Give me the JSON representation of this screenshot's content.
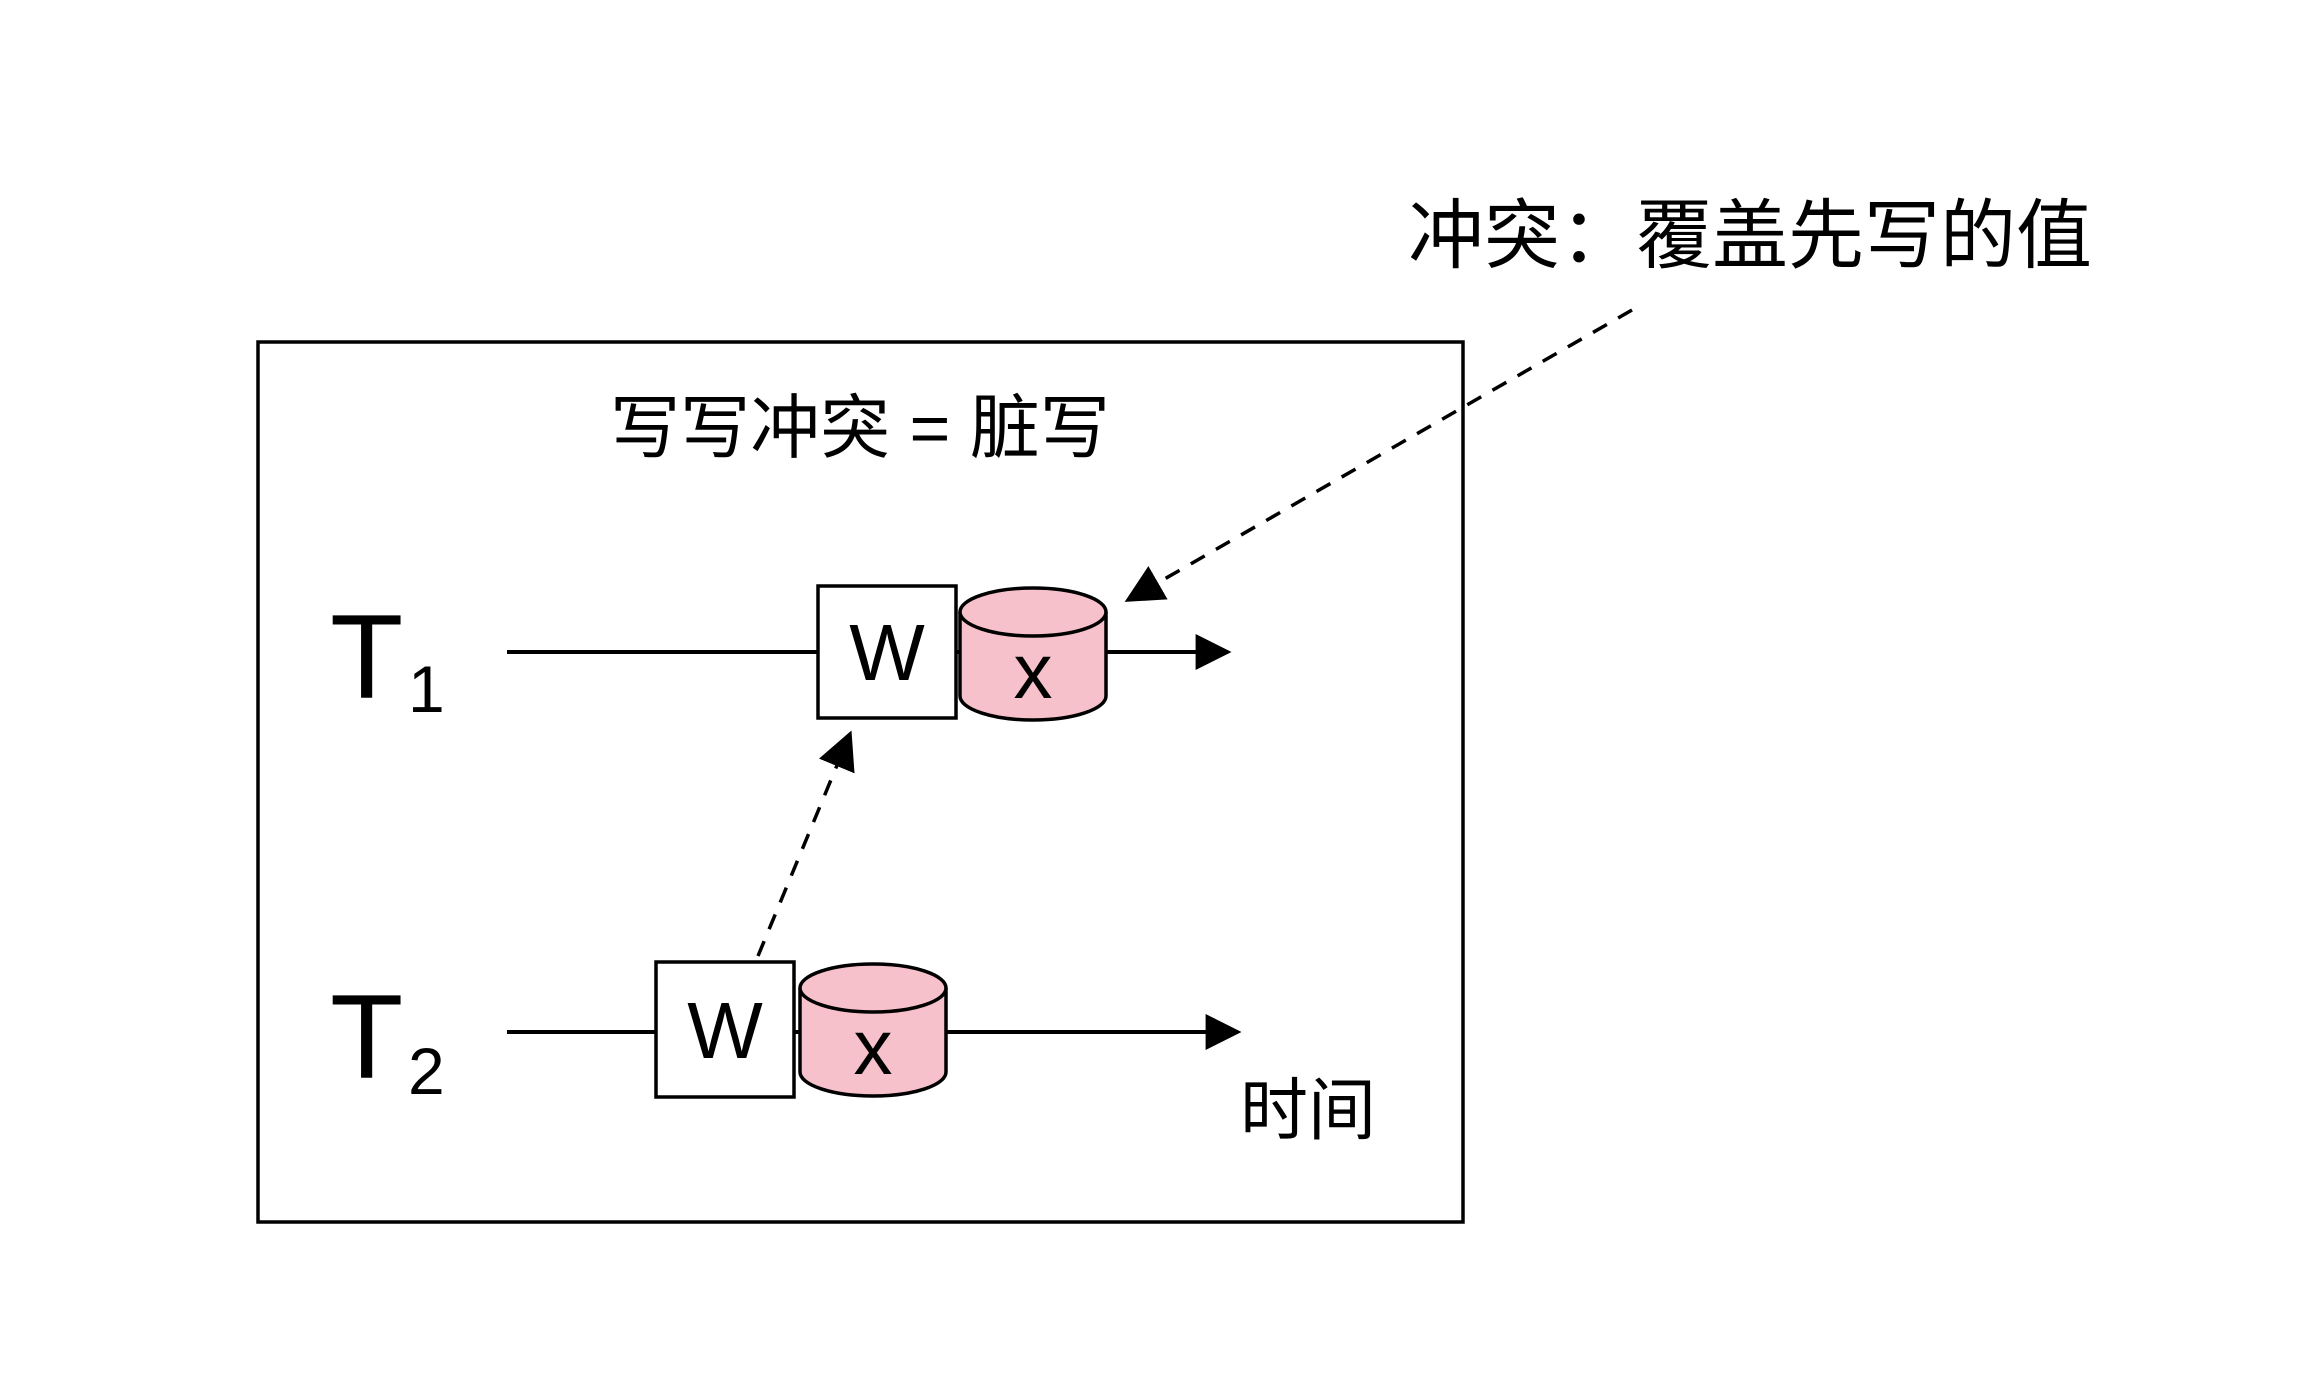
{
  "annotation": {
    "text": "冲突：覆盖先写的值"
  },
  "box": {
    "title": "写写冲突 = 脏写",
    "time_label": "时间"
  },
  "transactions": [
    {
      "label": "T",
      "subscript": "1",
      "operation": "W",
      "object": "x"
    },
    {
      "label": "T",
      "subscript": "2",
      "operation": "W",
      "object": "x"
    }
  ],
  "colors": {
    "stroke": "#000000",
    "cylinder_fill": "#f6c1cb",
    "object_text_color": "#6e2433",
    "background": "#ffffff"
  }
}
